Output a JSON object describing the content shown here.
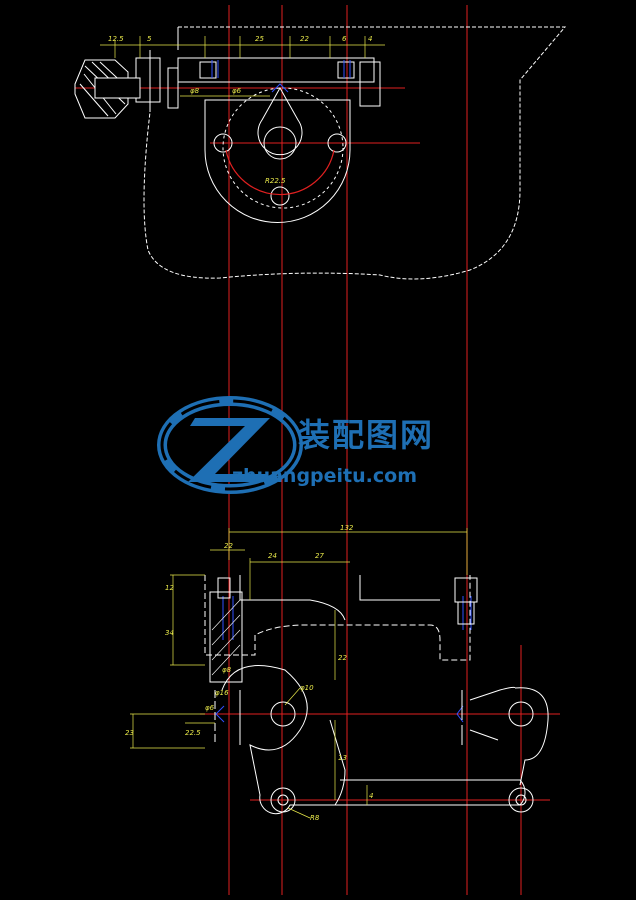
{
  "watermark": {
    "brand_cn": "装配图网",
    "domain": "zhuangpeitu.com"
  },
  "colors": {
    "background": "#000000",
    "outline": "#ffffff",
    "centerline": "#e02020",
    "dimension": "#e8e84a",
    "hidden": "#3050ff",
    "watermark": "#1e6fb4"
  },
  "top_view": {
    "dims": [
      "12.5",
      "5",
      "25",
      "22",
      "6",
      "4",
      "φ8",
      "φ6",
      "R22.5"
    ]
  },
  "front_view": {
    "dims": [
      "132",
      "22",
      "24",
      "27",
      "12",
      "34",
      "23",
      "22",
      "22.5",
      "13",
      "4",
      "φ16",
      "φ8",
      "φ6",
      "φ10",
      "R8"
    ]
  }
}
